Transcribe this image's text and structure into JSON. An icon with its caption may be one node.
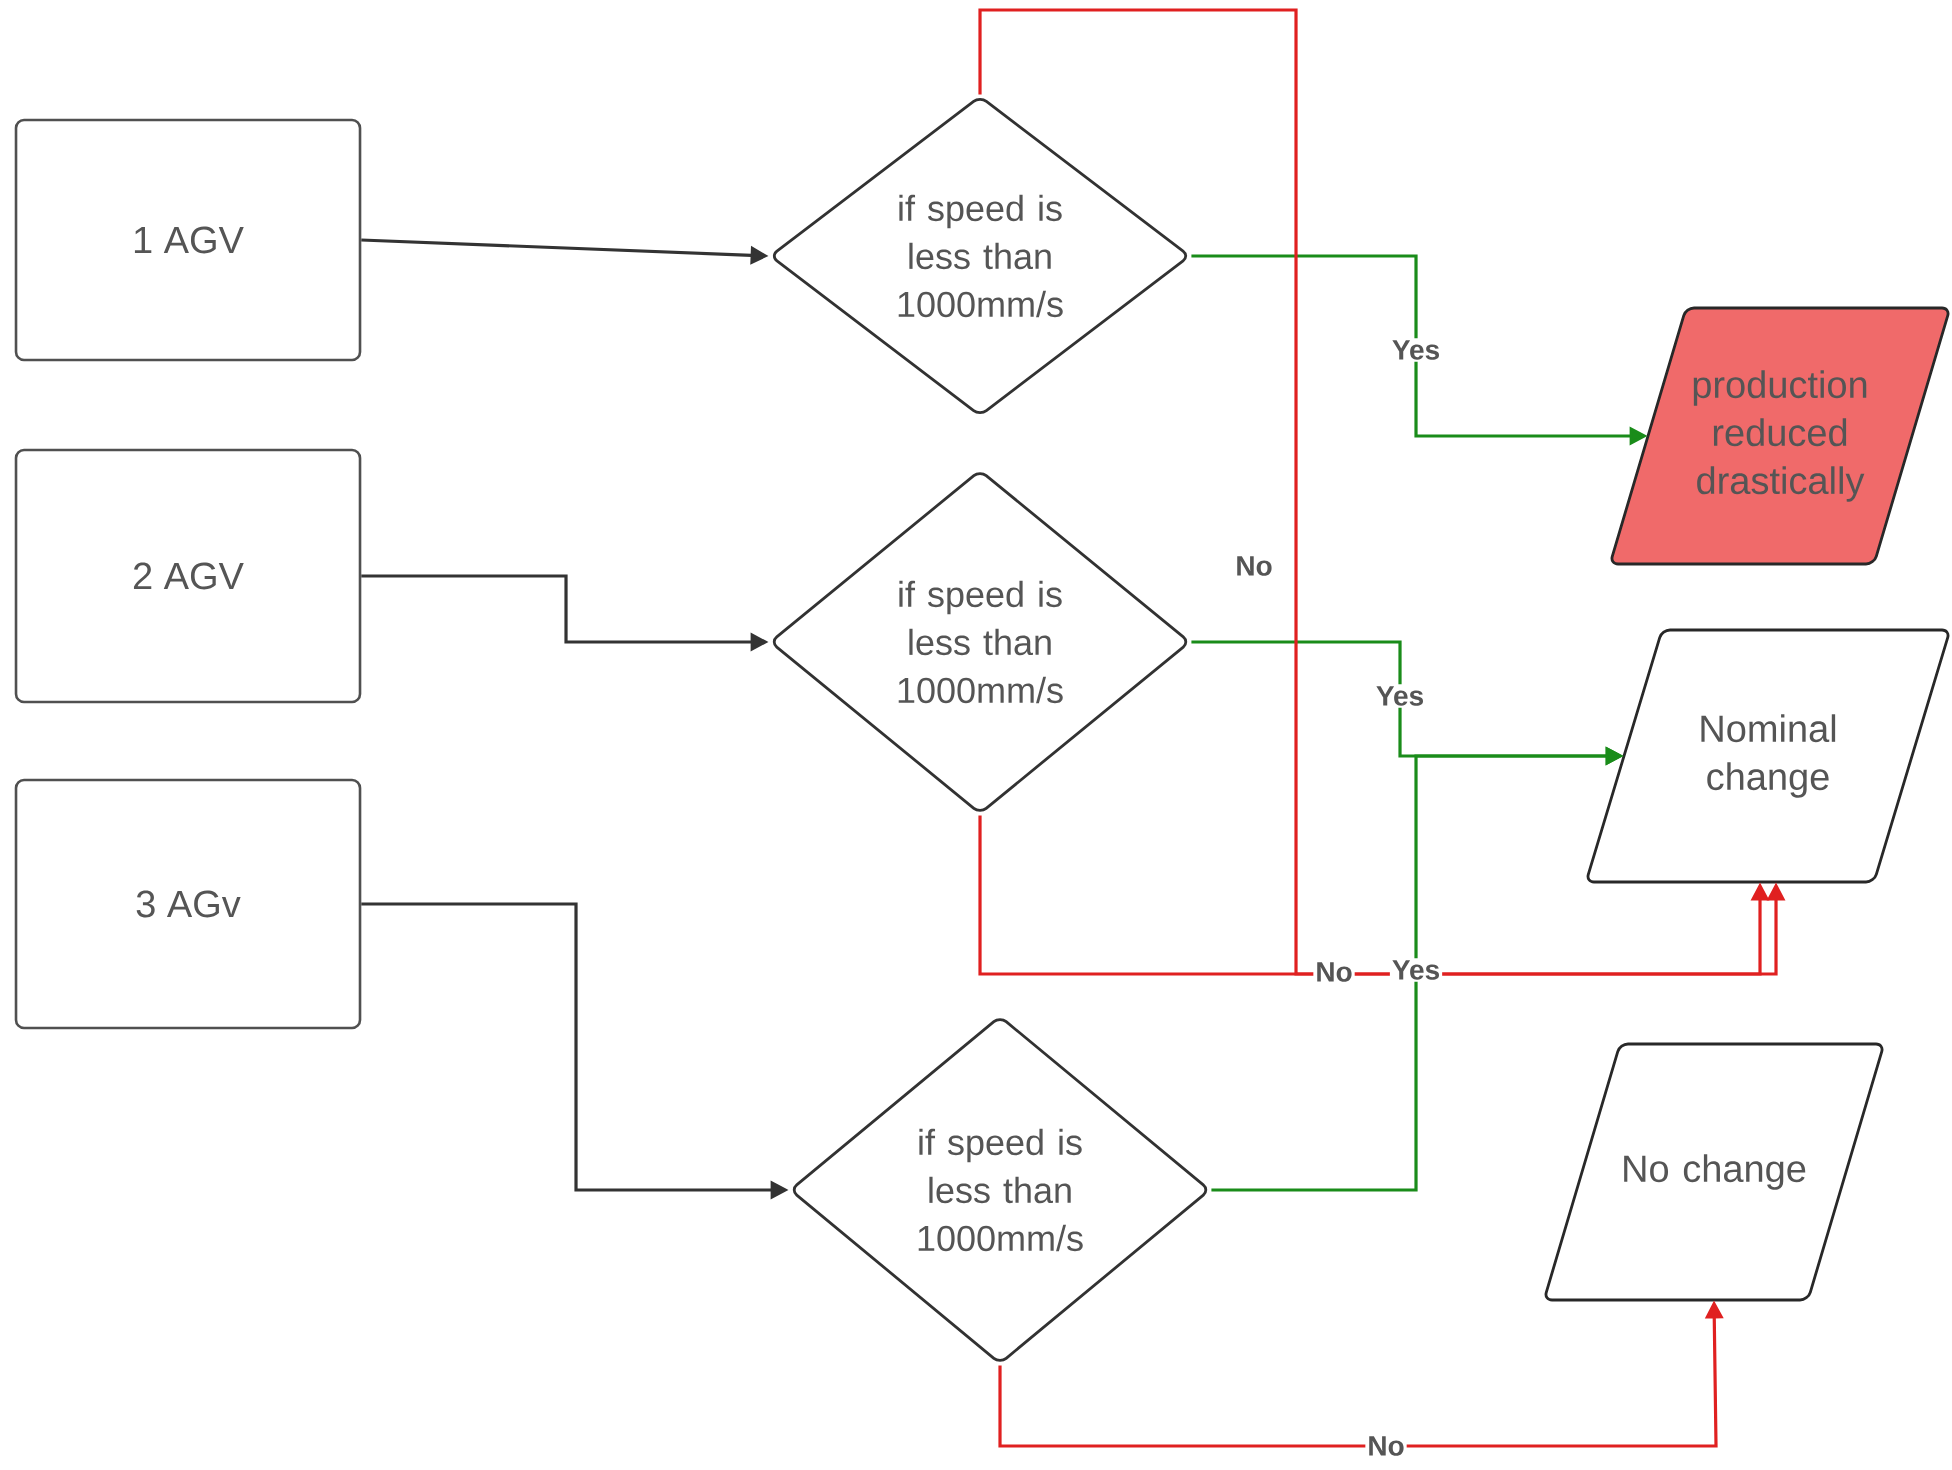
{
  "diagram": {
    "nodes": [
      {
        "text": [
          "1 AGV"
        ]
      },
      {
        "text": [
          "2 AGV"
        ]
      },
      {
        "text": [
          "3 AGv"
        ]
      },
      {
        "text": [
          "if speed is less than 1000mm/s"
        ]
      },
      {
        "text": [
          "if speed is less than 1000mm/s"
        ]
      },
      {
        "text": [
          "if speed is less than 1000mm/s"
        ]
      },
      {
        "text": [
          "production reduced drastically"
        ]
      },
      {
        "text": [
          "Nominal change"
        ]
      },
      {
        "text": [
          "No change"
        ]
      }
    ],
    "edges": [
      {
        "from": 0,
        "to": 3,
        "arrow": "to",
        "color": "#333333"
      },
      {
        "from": 1,
        "to": 4,
        "arrow": "to",
        "color": "#333333"
      },
      {
        "from": 2,
        "to": 5,
        "arrow": "to",
        "color": "#333333"
      },
      {
        "from": 3,
        "to": 6,
        "arrow": "to",
        "label": "Yes",
        "color": "#1a8c1a"
      },
      {
        "from": 4,
        "to": 7,
        "arrow": "to",
        "label": "Yes",
        "color": "#1a8c1a"
      },
      {
        "from": 5,
        "to": 7,
        "arrow": "to",
        "label": "Yes",
        "color": "#1a8c1a"
      },
      {
        "from": 3,
        "to": 7,
        "arrow": "to",
        "label": "No",
        "color": "#e02020"
      },
      {
        "from": 4,
        "to": 7,
        "arrow": "to",
        "label": "No",
        "color": "#e02020"
      },
      {
        "from": 5,
        "to": 8,
        "arrow": "to",
        "label": "No",
        "color": "#e02020"
      }
    ]
  }
}
